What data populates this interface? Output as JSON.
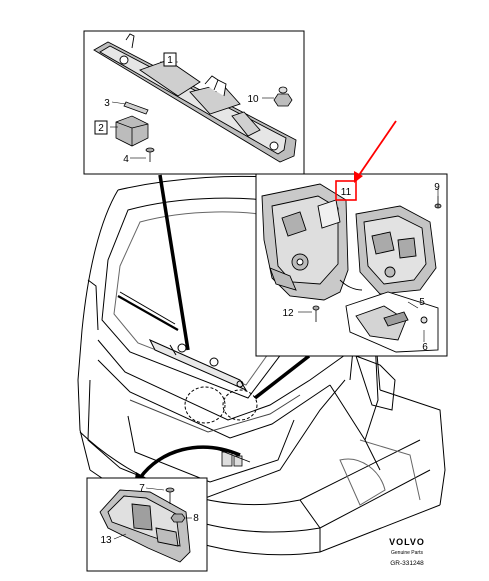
{
  "callouts": {
    "c1": "1",
    "c2": "2",
    "c3": "3",
    "c4": "4",
    "c5": "5",
    "c6": "6",
    "c7": "7",
    "c8": "8",
    "c9": "9",
    "c10": "10",
    "c11": "11",
    "c12": "12",
    "c13": "13"
  },
  "brand": {
    "logo_text": "VOLVO",
    "subtitle": "Genuine Parts",
    "figure_id": "GR-331248"
  },
  "colors": {
    "line": "#000000",
    "highlight": "#ff0000",
    "part_fill": "#d8d8d8",
    "part_dark": "#9a9a9a"
  }
}
